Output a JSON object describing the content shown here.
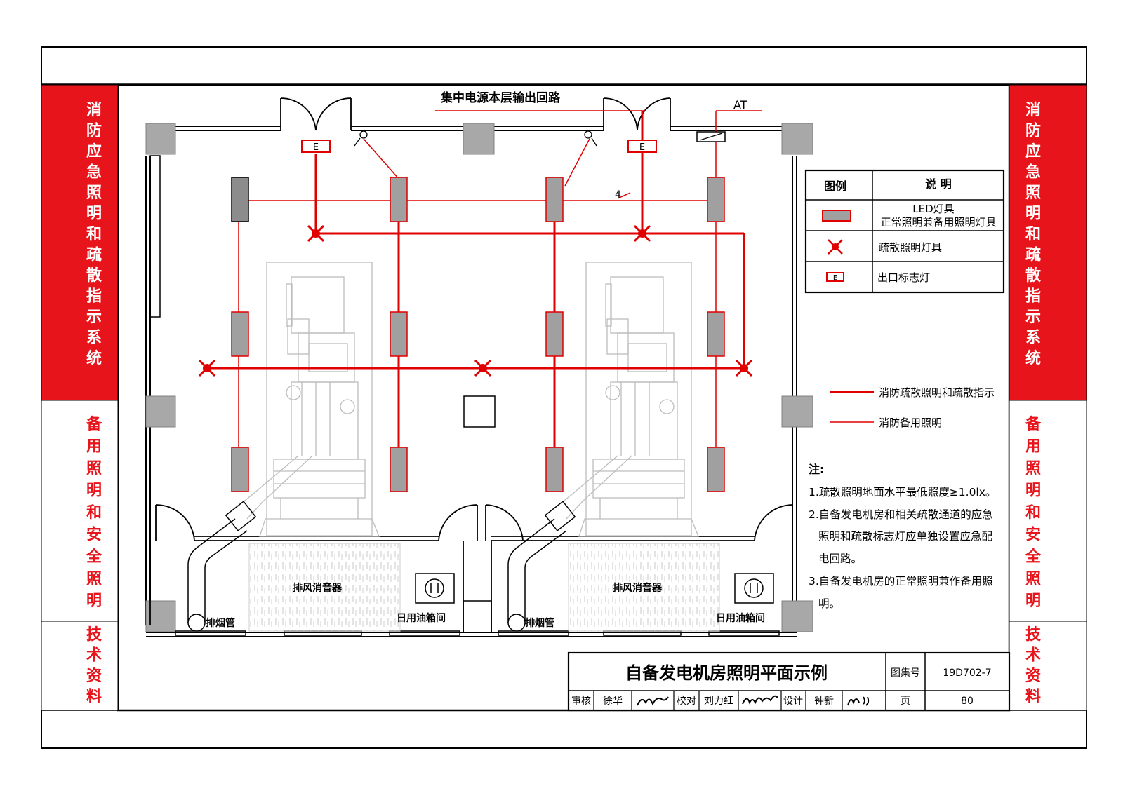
{
  "side_tabs": {
    "top": "消防应急照明和疏散指示系统",
    "middle": "备用照明和安全照明",
    "bottom": "技术资料"
  },
  "plan": {
    "feed_label": "集中电源本层输出回路",
    "at_label": "AT",
    "exit_sign_letter": "E",
    "wire_count": "4",
    "rooms": [
      {
        "silencer": "排风消音器",
        "smoke_pipe": "排烟管",
        "oil_tank": "日用油箱间"
      },
      {
        "silencer": "排风消音器",
        "smoke_pipe": "排烟管",
        "oil_tank": "日用油箱间"
      }
    ]
  },
  "legend": {
    "header_symbol": "图例",
    "header_desc": "说  明",
    "items": [
      {
        "icon": "led-fixture-icon",
        "line1": "LED灯具",
        "line2": "正常照明兼备用照明灯具"
      },
      {
        "icon": "evacuation-light-icon",
        "line1": "疏散照明灯具"
      },
      {
        "icon": "exit-sign-icon",
        "line1": "出口标志灯"
      }
    ],
    "lines": [
      {
        "label": "消防疏散照明和疏散指示"
      },
      {
        "label": "消防备用照明"
      }
    ]
  },
  "notes": {
    "title": "注:",
    "lines": [
      "1.疏散照明地面水平最低照度≥1.0lx。",
      "2.自备发电机房和相关疏散通道的应急",
      "照明和疏散标志灯应单独设置应急配",
      "电回路。",
      "3.自备发电机房的正常照明兼作备用照",
      "明。"
    ]
  },
  "title_block": {
    "title": "自备发电机房照明平面示例",
    "atlas_label": "图集号",
    "atlas_no": "19D702-7",
    "page_label": "页",
    "page_no": "80",
    "review_label": "审核",
    "reviewer": "徐华",
    "check_label": "校对",
    "checker": "刘力红",
    "design_label": "设计",
    "designer": "钟新"
  },
  "colors": {
    "accent_red": "#e8141b",
    "wire_red": "#e00000",
    "fixture_gray": "#a0a0a0",
    "column_gray": "#a8a8a8",
    "equipment_gray": "#bdbdbd"
  }
}
